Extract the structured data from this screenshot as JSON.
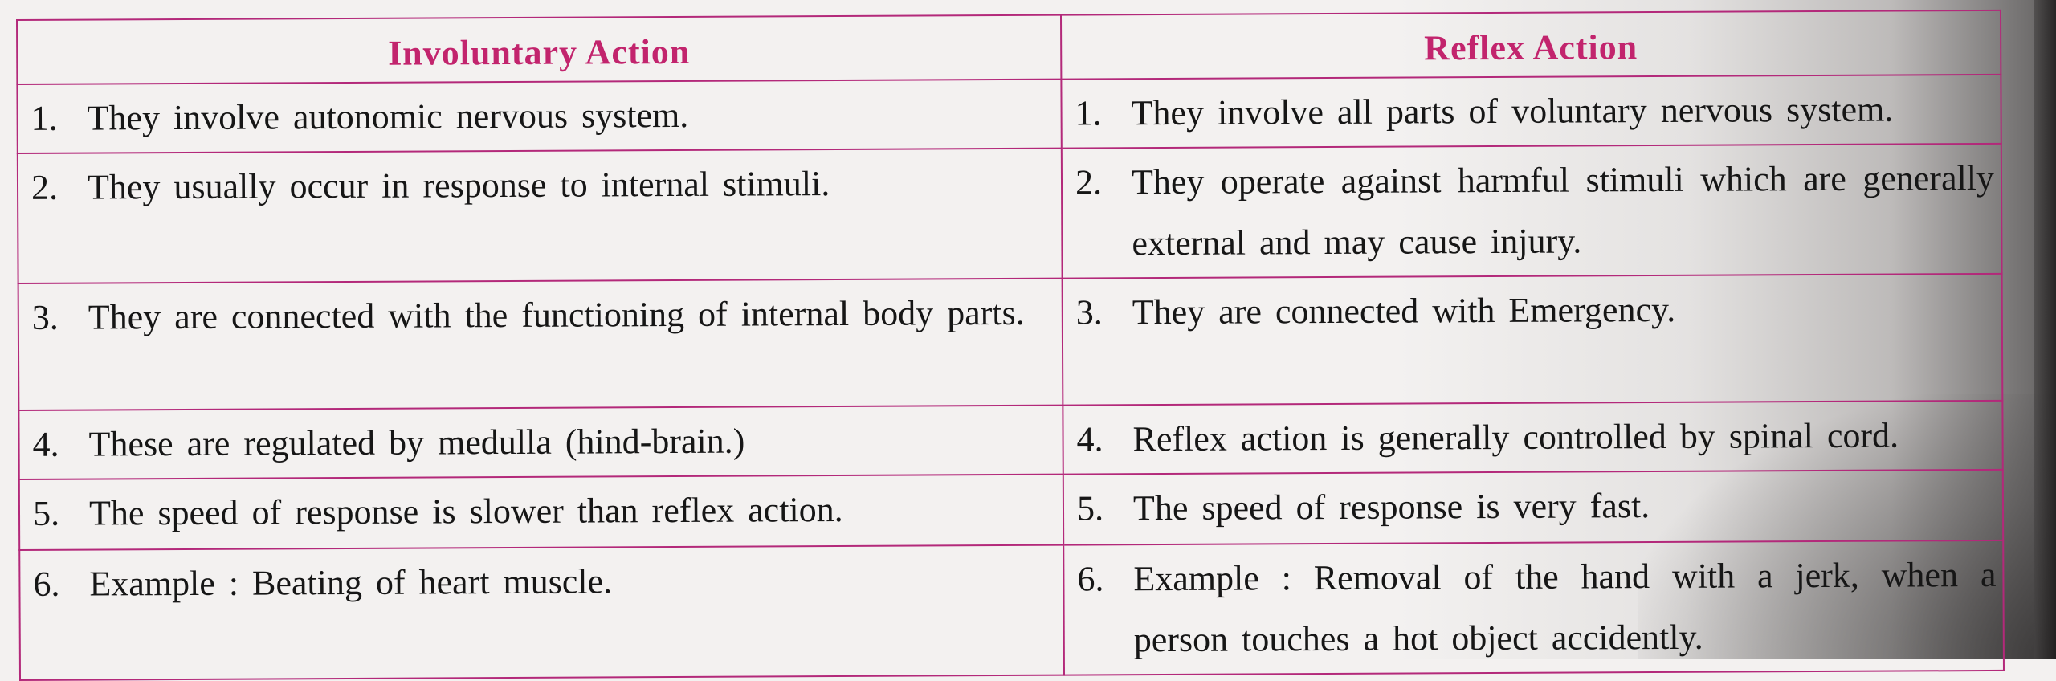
{
  "table": {
    "headers": {
      "left": "Involuntary Action",
      "right": "Reflex Action"
    },
    "rows": [
      {
        "left_num": "1.",
        "left_text": "They involve autonomic nervous system.",
        "right_num": "1.",
        "right_text": "They involve all parts of voluntary nervous system."
      },
      {
        "left_num": "2.",
        "left_text": "They usually occur in response to internal stimuli.",
        "right_num": "2.",
        "right_text": "They operate against harmful stimuli which are generally external and may cause injury."
      },
      {
        "left_num": "3.",
        "left_text": "They are connected with the functioning of internal body parts.",
        "right_num": "3.",
        "right_text": "They are connected with Emergency."
      },
      {
        "left_num": "4.",
        "left_text": "These are regulated by medulla (hind-brain.)",
        "right_num": "4.",
        "right_text": "Reflex action is generally controlled by spinal cord."
      },
      {
        "left_num": "5.",
        "left_text": "The speed of response is slower than reflex action.",
        "right_num": "5.",
        "right_text": "The speed of response is very fast."
      },
      {
        "left_num": "6.",
        "left_text": "Example : Beating of heart muscle.",
        "right_num": "6.",
        "right_text": "Example : Removal of the hand with a jerk, when a person touches a hot object accidently."
      }
    ]
  },
  "colors": {
    "border": "#b3297a",
    "header_text": "#c2246d",
    "body_text": "#161616",
    "paper": "#f3f1f0"
  }
}
